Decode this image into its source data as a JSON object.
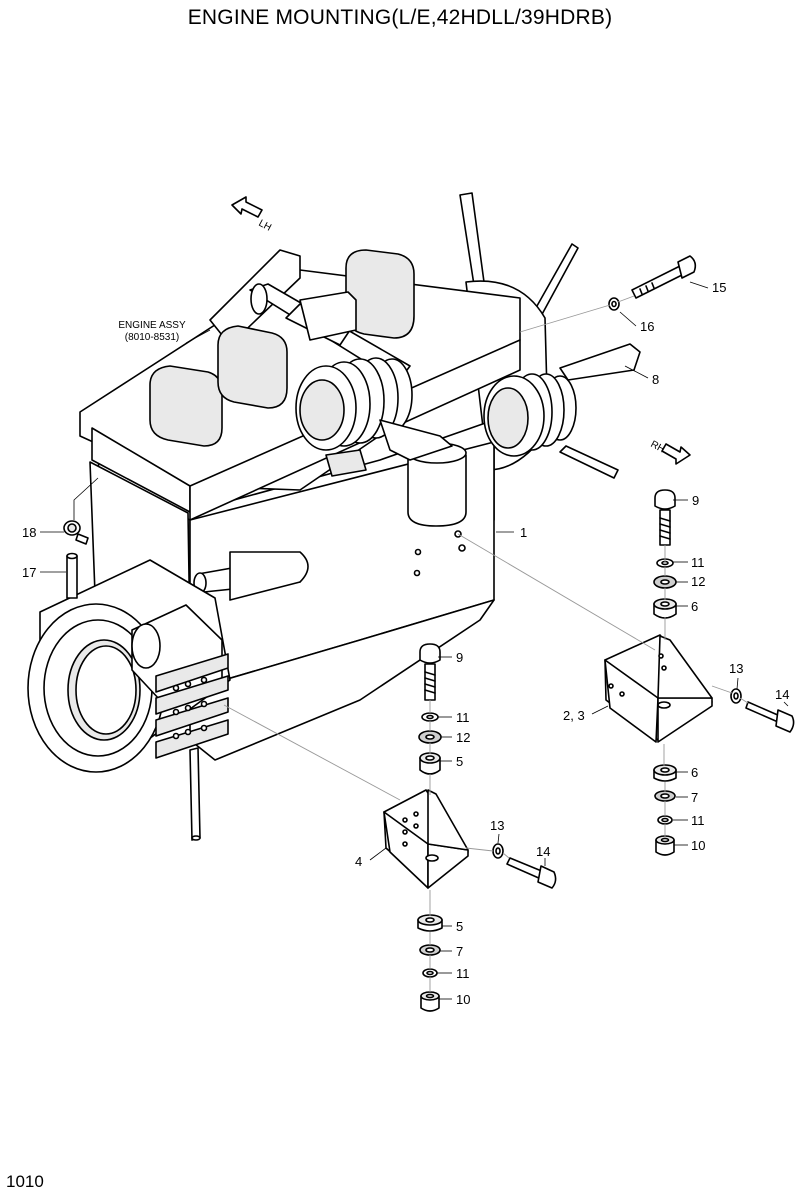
{
  "title": "ENGINE MOUNTING(L/E,42HDLL/39HDRB)",
  "page_number": "1010",
  "direction_labels": {
    "lh": "LH",
    "rh": "RH"
  },
  "engine_assy": {
    "name": "ENGINE ASSY",
    "part_no": "(8010-8531)"
  },
  "callouts": {
    "c1": "1",
    "c8": "8",
    "c9a": "9",
    "c9b": "9",
    "c15": "15",
    "c16": "16",
    "c11a": "11",
    "c11b": "11",
    "c11c": "11",
    "c11d": "11",
    "c12a": "12",
    "c12b": "12",
    "c6a": "6",
    "c6b": "6",
    "c5a": "5",
    "c5b": "5",
    "c7a": "7",
    "c7b": "7",
    "c10a": "10",
    "c10b": "10",
    "c13a": "13",
    "c13b": "13",
    "c14a": "14",
    "c14b": "14",
    "c23": "2, 3",
    "c4": "4",
    "c17": "17",
    "c18": "18"
  }
}
